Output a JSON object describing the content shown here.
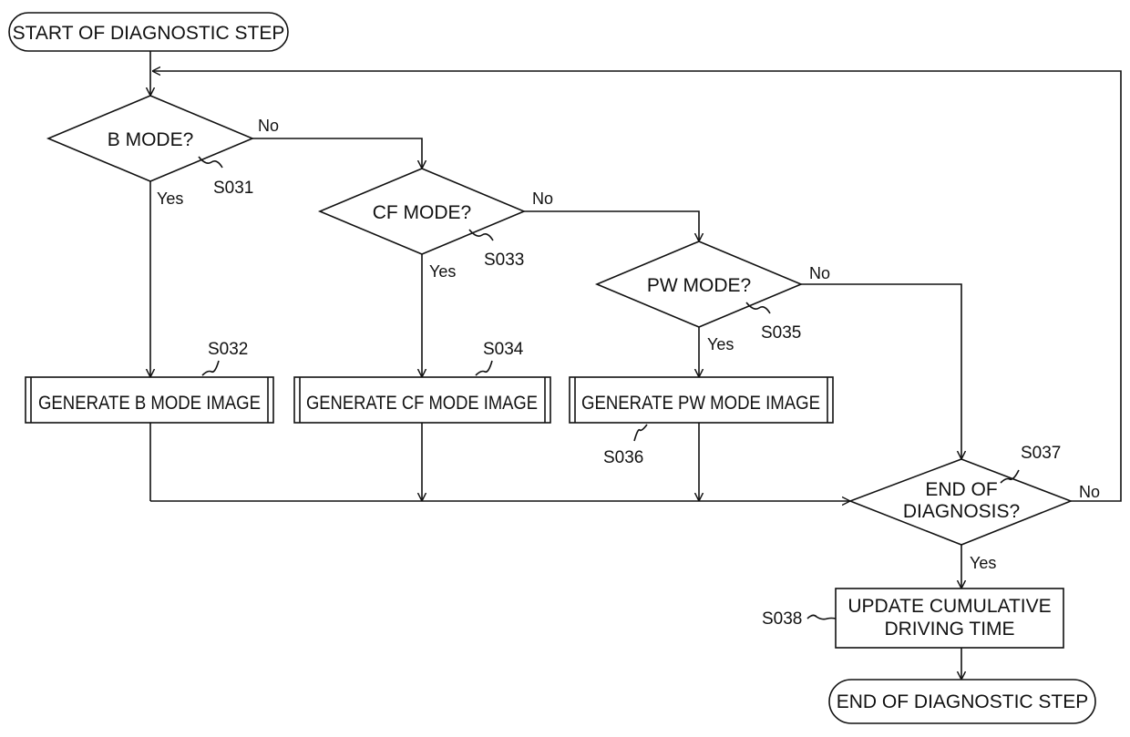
{
  "colors": {
    "stroke": "#111111",
    "background": "#ffffff"
  },
  "terminals": {
    "start": "START OF DIAGNOSTIC STEP",
    "end": "END OF DIAGNOSTIC STEP"
  },
  "decisions": {
    "b_mode": {
      "label": "B MODE?",
      "ref": "S031"
    },
    "cf_mode": {
      "label": "CF MODE?",
      "ref": "S033"
    },
    "pw_mode": {
      "label": "PW MODE?",
      "ref": "S035"
    },
    "end_diag": {
      "line1": "END OF",
      "line2": "DIAGNOSIS?",
      "ref": "S037"
    }
  },
  "processes": {
    "gen_b": {
      "label": "GENERATE B MODE IMAGE",
      "ref": "S032"
    },
    "gen_cf": {
      "label": "GENERATE CF MODE IMAGE",
      "ref": "S034"
    },
    "gen_pw": {
      "label": "GENERATE PW MODE IMAGE",
      "ref": "S036"
    },
    "update": {
      "line1": "UPDATE CUMULATIVE",
      "line2": "DRIVING TIME",
      "ref": "S038"
    }
  },
  "branches": {
    "yes": "Yes",
    "no": "No"
  }
}
